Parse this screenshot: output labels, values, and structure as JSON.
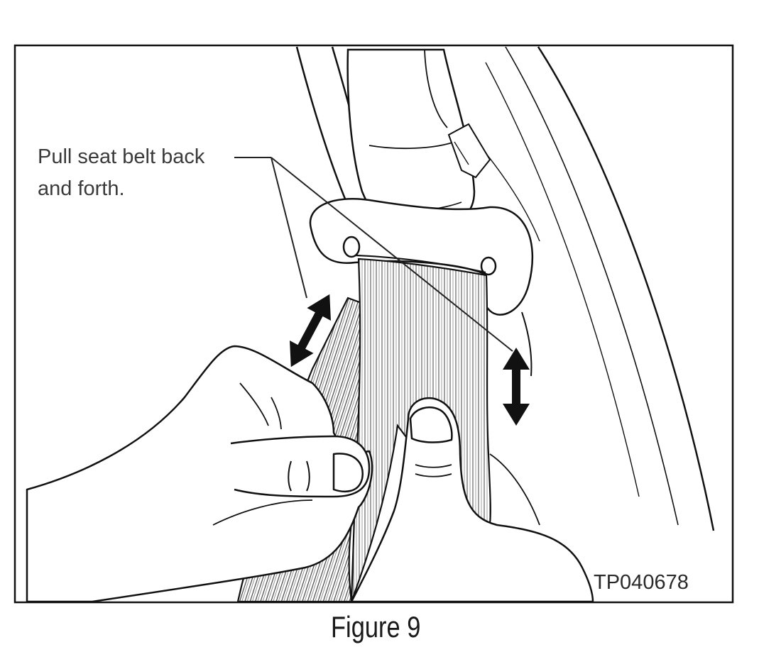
{
  "figure": {
    "callout": {
      "line1": "Pull seat belt back",
      "line2": "and forth."
    },
    "reference_code": "TP040678",
    "caption": "Figure 9"
  },
  "icons": [
    "double-headed-arrow-icon",
    "double-headed-arrow-icon"
  ],
  "colors": {
    "ink": "#111111",
    "paper": "#ffffff"
  }
}
